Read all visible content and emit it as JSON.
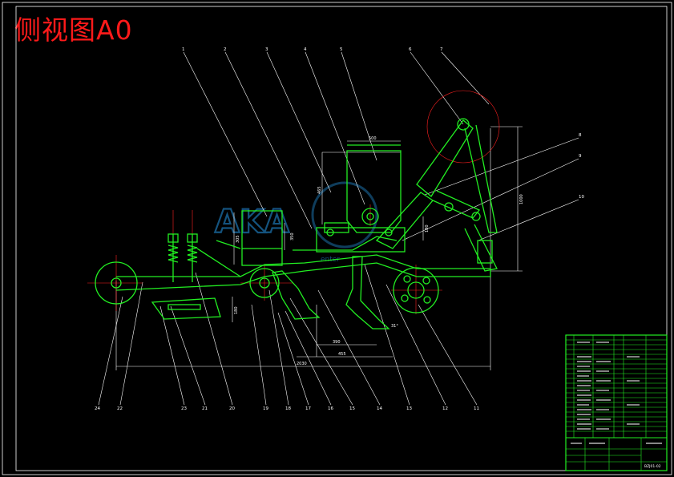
{
  "title": "侧视图A0",
  "watermark": {
    "main": "AKA",
    "sub": "enter"
  },
  "callouts_top": [
    "1",
    "2",
    "3",
    "4",
    "5",
    "6",
    "7",
    "8",
    "9",
    "10"
  ],
  "callouts_bottom": [
    "24",
    "22",
    "23",
    "21",
    "20",
    "19",
    "18",
    "17",
    "16",
    "15",
    "14",
    "13",
    "12",
    "11"
  ],
  "dimensions": {
    "hopper_width": "500",
    "hopper_height": "465",
    "box_left_height": "305",
    "box_mid_height": "350",
    "frame_height": "1000",
    "small_a": "180",
    "small_b": "180",
    "lower_a": "390",
    "lower_b": "455",
    "overall": "2030",
    "angle": "31°"
  },
  "title_block": {
    "drawing_no": "BZJ01-02"
  },
  "colors": {
    "green": "#22ee22",
    "white": "#ffffff",
    "red": "#ff2020",
    "border": "#ffffff"
  }
}
